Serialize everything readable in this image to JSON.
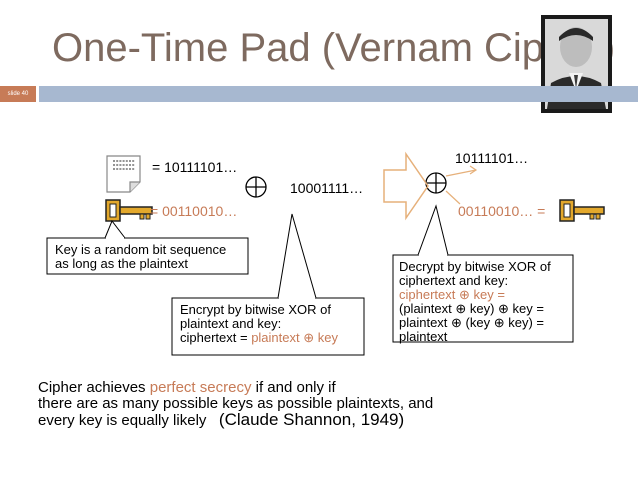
{
  "title": "One-Time Pad (Vernam Cipher)",
  "slide_label": "slide 40",
  "plaintext_eq": "= 10111101…",
  "key_eq": "= 00110010…",
  "ciphertext_bits": "10001111…",
  "decrypted_bits": "10111101…",
  "key_right": "00110010… =",
  "callout_key": [
    "Key is a random bit sequence",
    "as long as the plaintext"
  ],
  "callout_encrypt": {
    "line1": "Encrypt by bitwise XOR of",
    "line2": "plaintext and key:",
    "line3_prefix": "ciphertext = ",
    "line3_highlight": "plaintext ⊕ key"
  },
  "callout_decrypt": {
    "line1": "Decrypt by bitwise XOR of",
    "line2": "ciphertext and key:",
    "line3": "ciphertext ⊕ key =",
    "line4": "(plaintext ⊕ key) ⊕ key =",
    "line5": "plaintext ⊕ (key ⊕ key) =",
    "line6": "plaintext"
  },
  "footer": {
    "line1_a": "Cipher achieves ",
    "line1_highlight": "perfect secrecy",
    "line1_b": " if and only if",
    "line2": "there are as many possible keys as possible plaintexts, and",
    "line3": "every key is equally likely",
    "citation": "(Claude Shannon, 1949)"
  },
  "colors": {
    "accent": "#c77b57",
    "title": "#7e6a5f",
    "bar": "#a7b8d0",
    "key": "#e3a82c"
  }
}
